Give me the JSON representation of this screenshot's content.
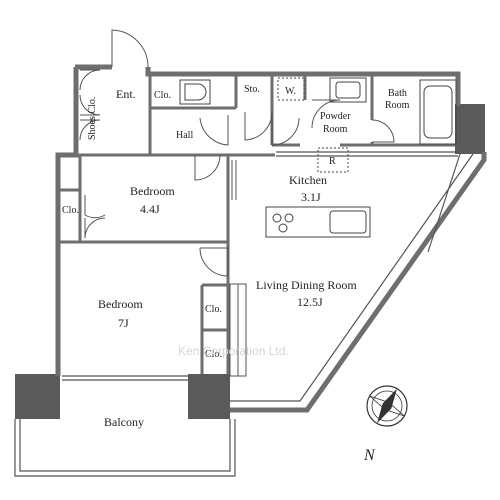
{
  "plan": {
    "rooms": {
      "entrance": "Ent.",
      "shoes_closet": "Shoes Clo.",
      "entrance_closet": "Clo.",
      "hall": "Hall",
      "storage": "Sto.",
      "washer": "W.",
      "powder_room_line1": "Powder",
      "powder_room_line2": "Room",
      "bath_room_line1": "Bath",
      "bath_room_line2": "Room",
      "kitchen": "Kitchen",
      "kitchen_size": "3.1J",
      "refrigerator": "R",
      "bedroom_north": "Bedroom",
      "bedroom_north_size": "4.4J",
      "bedroom_north_closet": "Clo.",
      "living_dining": "Living Dining Room",
      "living_dining_size": "12.5J",
      "bedroom_south": "Bedroom",
      "bedroom_south_size": "7J",
      "bedroom_south_closet_upper": "Clo.",
      "bedroom_south_closet_lower": "Clo.",
      "balcony": "Balcony"
    },
    "compass_label": "N",
    "watermark": "Ken Corporation Ltd."
  },
  "colors": {
    "wall": "#6e6e6e",
    "column": "#5a5a5a",
    "line": "#444444"
  }
}
